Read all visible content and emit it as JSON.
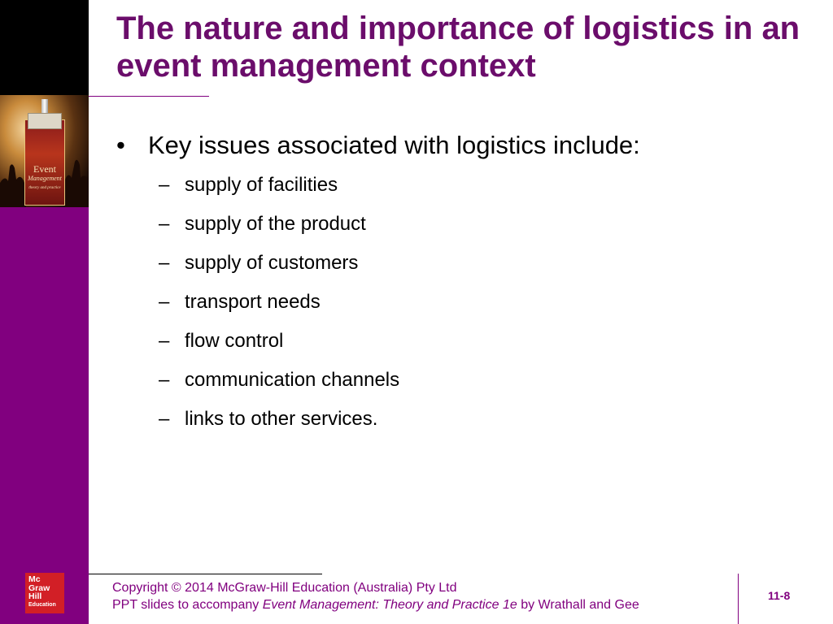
{
  "slide": {
    "title": "The nature and importance of logistics in an event management context",
    "main_bullet": "Key issues associated with logistics include:",
    "sub_bullets": [
      "supply of facilities",
      "supply of the product",
      "supply of customers",
      "transport needs",
      "flow control",
      "communication channels",
      "links to other services."
    ],
    "bullet_symbol": "•",
    "dash_symbol": "–",
    "number": "11-8"
  },
  "book_cover": {
    "title": "Event",
    "subtitle": "Management",
    "tagline": "theory and practice"
  },
  "logo": {
    "lines": [
      "Mc",
      "Graw",
      "Hill"
    ],
    "education": "Education",
    "color": "#d21f26"
  },
  "footer": {
    "copyright": "Copyright © 2014 McGraw-Hill Education (Australia) Pty Ltd",
    "line2_prefix": "PPT slides to accompany ",
    "line2_title": "Event Management: Theory and Practice 1e",
    "line2_suffix": " by Wrathall and Gee"
  },
  "colors": {
    "accent_purple": "#81007f",
    "title_purple": "#6b0d6b"
  }
}
